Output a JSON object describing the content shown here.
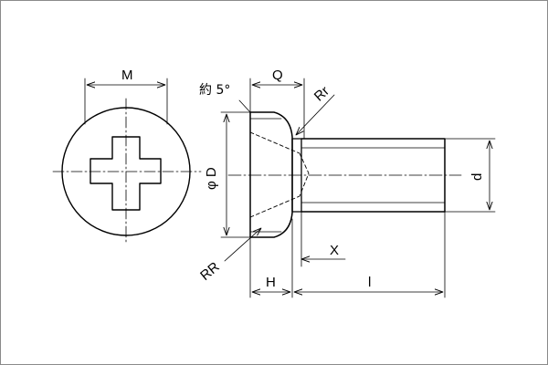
{
  "diagram": {
    "labels": {
      "M": "M",
      "Q": "Q",
      "angle": "約 5°",
      "Rr": "Rr",
      "phiD": "φ D",
      "d": "d",
      "RR": "RR",
      "X": "X",
      "H": "H",
      "l": "l"
    },
    "colors": {
      "line": "#000000",
      "frame": "#8a8a8a",
      "background": "#ffffff"
    }
  }
}
